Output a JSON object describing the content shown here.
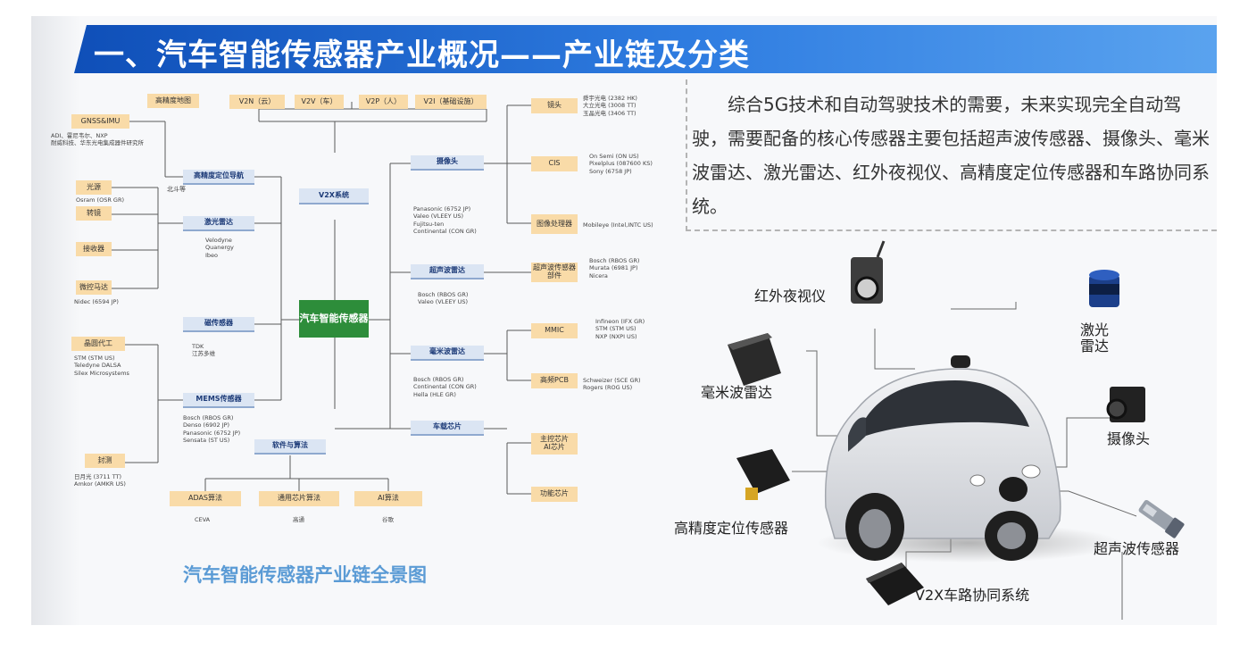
{
  "header": {
    "title": "一、汽车智能传感器产业概况——产业链及分类"
  },
  "description": "综合5G技术和自动驾驶技术的需要，未来实现完全自动驾驶，需要配备的核心传感器主要包括超声波传感器、摄像头、毫米波雷达、激光雷达、红外夜视仪、高精度定位传感器和车路协同系统。",
  "chain": {
    "title": "汽车智能传感器产业链全景图",
    "center": "汽车智能传感器",
    "top_row": [
      "高精度地图",
      "V2N（云）",
      "V2V（车）",
      "V2P（人）",
      "V2I（基础设施）"
    ],
    "left": {
      "gnss": "GNSS&IMU",
      "gnss_note": "ADI、霍尼韦尔、NXP\n耐威科技、华东光电集成器件研究所",
      "light": "光源",
      "light_note": "Osram (OSR GR)",
      "mirror": "转镜",
      "receiver": "接收器",
      "motor": "微控马达",
      "motor_note": "Nidec (6594 JP)",
      "foundry": "晶圆代工",
      "foundry_note": "STM (STM US)\nTeledyne DALSA\nSilex Microsystems",
      "pack": "封测",
      "pack_note": "日月光 (3711 TT)\nAmkor (AMKR US)",
      "beidou": "北斗等"
    },
    "mid": {
      "nav": "高精度定位导航",
      "lidar": "激光雷达",
      "lidar_note": "Velodyne\nQuanergy\nIbeo",
      "magnetic": "磁传感器",
      "magnetic_note": "TDK\n江苏多维",
      "mems": "MEMS传感器",
      "mems_note": "Bosch (RBOS GR)\nDenso (6902 JP)\nPanasonic (6752 JP)\nSensata (ST US)",
      "v2x": "V2X系统",
      "software": "软件与算法"
    },
    "right": {
      "camera": "摄像头",
      "camera_note": "Panasonic (6752 JP)\nValeo (VLEEY US)\nFujitsu-ten\nContinental (CON GR)",
      "ultrasonic": "超声波雷达",
      "ultrasonic_note": "Bosch (RBOS GR)\nValeo (VLEEY US)",
      "mmwave": "毫米波雷达",
      "mmwave_note": "Bosch (RBOS GR)\nContinental (CON GR)\nHella (HLE GR)",
      "chip": "车载芯片",
      "lens": "镜头",
      "lens_note": "舜宇光电 (2382 HK)\n大立光电 (3008 TT)\n玉晶光电 (3406 TT)",
      "cis": "CIS",
      "cis_note": "On Semi (ON US)\nPixelplus (087600 KS)\nSony (6758 JP)",
      "isp": "图像处理器",
      "isp_note": "Mobileye (Intel,INTC US)",
      "usensor": "超声波传感器部件",
      "usensor_note": "Bosch (RBOS GR)\nMurata (6981 JP)\nNicera",
      "mmic": "MMIC",
      "mmic_note": "Infineon (IFX GR)\nSTM (STM US)\nNXP (NXPI US)",
      "pcb": "高频PCB",
      "pcb_note": "Schweizer (SCE GR)\nRogers (ROG US)",
      "mainchip": "主控芯片\nAI芯片",
      "powerchip": "功能芯片"
    },
    "bottom": [
      {
        "label": "ADAS算法",
        "note": "CEVA"
      },
      {
        "label": "通用芯片算法",
        "note": "高通"
      },
      {
        "label": "AI算法",
        "note": "谷歌"
      }
    ]
  },
  "car": {
    "infrared": "红外夜视仪",
    "lidar": "激光雷达",
    "mmwave": "毫米波雷达",
    "camera": "摄像头",
    "positioning": "高精度定位传感器",
    "ultrasonic": "超声波传感器",
    "v2x": "V2X车路协同系统"
  }
}
